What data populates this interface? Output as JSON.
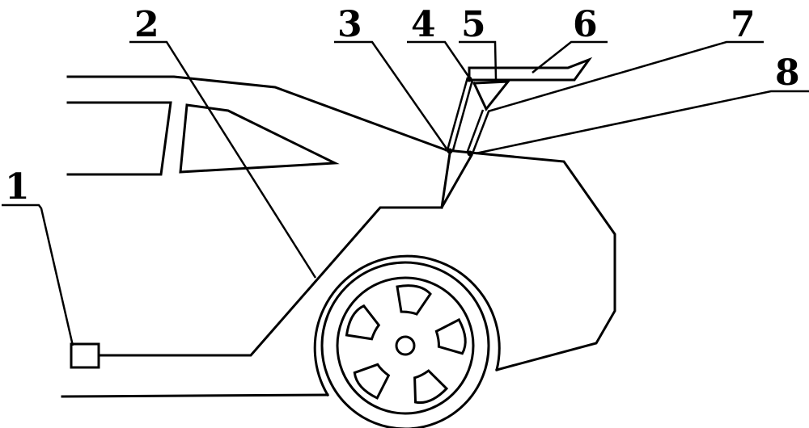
{
  "figure": {
    "type": "patent-drawing",
    "subject": "rear section of car with deployable spoiler",
    "stroke_color": "#000000",
    "background_color": "#ffffff"
  },
  "labels": [
    {
      "id": "1",
      "text": "1"
    },
    {
      "id": "2",
      "text": "2"
    },
    {
      "id": "3",
      "text": "3"
    },
    {
      "id": "4",
      "text": "4"
    },
    {
      "id": "5",
      "text": "5"
    },
    {
      "id": "6",
      "text": "6"
    },
    {
      "id": "7",
      "text": "7"
    },
    {
      "id": "8",
      "text": "8"
    }
  ]
}
